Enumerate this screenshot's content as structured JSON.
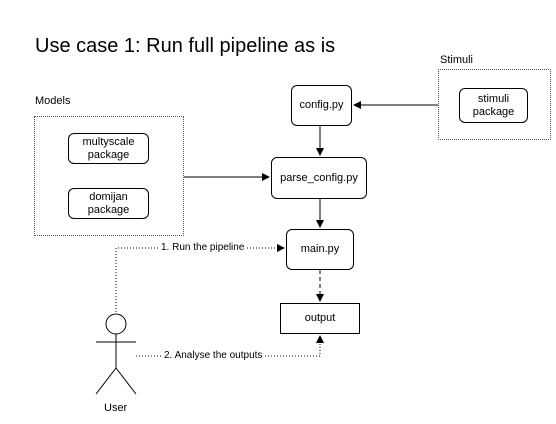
{
  "title": "Use case 1: Run full pipeline as is",
  "groups": {
    "models": {
      "label": "Models"
    },
    "stimuli": {
      "label": "Stimuli"
    }
  },
  "nodes": {
    "multyscale": {
      "line1": "multyscale",
      "line2": "package"
    },
    "domijan": {
      "line1": "domijan",
      "line2": "package"
    },
    "stimuli_pkg": {
      "line1": "stimuli",
      "line2": "package"
    },
    "config": {
      "label": "config.py"
    },
    "parse_config": {
      "label": "parse_config.py"
    },
    "main": {
      "label": "main.py"
    },
    "output": {
      "label": "output"
    }
  },
  "edges": {
    "run": {
      "label": "1. Run the pipeline"
    },
    "analyse": {
      "label": "2. Analyse the outputs"
    }
  },
  "actor": {
    "label": "User"
  }
}
